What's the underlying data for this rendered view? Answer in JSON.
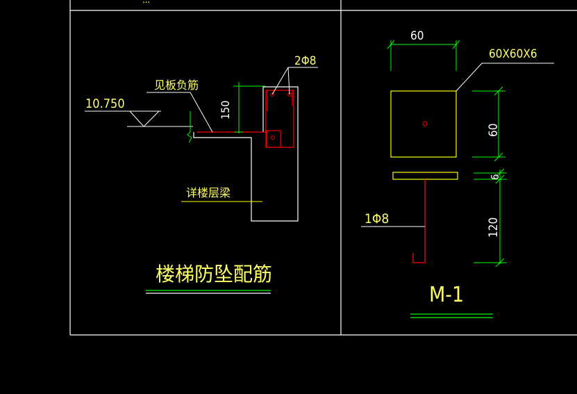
{
  "top_cut_text": "...",
  "left_detail": {
    "elevation": "10.750",
    "note_slab_rebar": "见板负筋",
    "dimension_150": "150",
    "rebar_label": "2Φ8",
    "note_beam": "详楼层梁",
    "title": "楼梯防坠配筋"
  },
  "right_detail": {
    "dim_top": "60",
    "plate_spec": "60X60X6",
    "dim_side": "60",
    "dim_thickness": "6",
    "dim_anchor": "120",
    "anchor_rebar": "1Φ8",
    "title": "M-1"
  },
  "colors": {
    "background": "#000000",
    "frame": "#ffffff",
    "text": "#ffff66",
    "dimension": "#00ff00",
    "rebar": "#ff0000"
  }
}
